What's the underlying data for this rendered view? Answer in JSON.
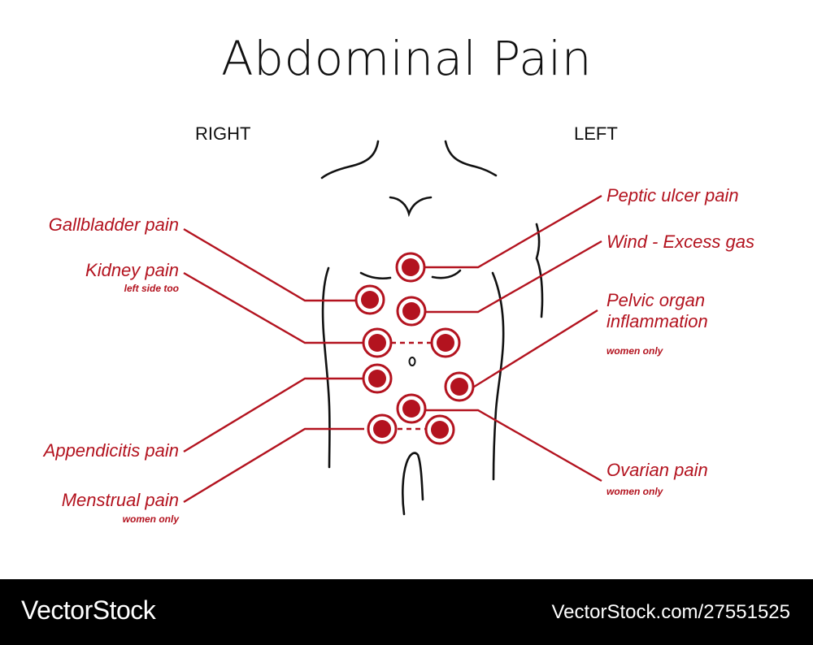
{
  "title": "Abdominal Pain",
  "sides": {
    "right": "RIGHT",
    "left": "LEFT"
  },
  "labels": {
    "gallbladder": "Gallbladder pain",
    "kidney": "Kidney pain",
    "kidney_note": "left side too",
    "appendicitis": "Appendicitis pain",
    "menstrual": "Menstrual pain",
    "menstrual_note": "women only",
    "peptic": "Peptic ulcer pain",
    "wind": "Wind - Excess gas",
    "pelvic_line1": "Pelvic organ",
    "pelvic_line2": "inflammation",
    "pelvic_note": "women only",
    "ovarian": "Ovarian pain",
    "ovarian_note": "women only"
  },
  "colors": {
    "accent": "#b3131f",
    "outline": "#111111",
    "footer": "#000000"
  },
  "footer": {
    "brand": "VectorStock",
    "reference": "VectorStock.com/27551525"
  }
}
